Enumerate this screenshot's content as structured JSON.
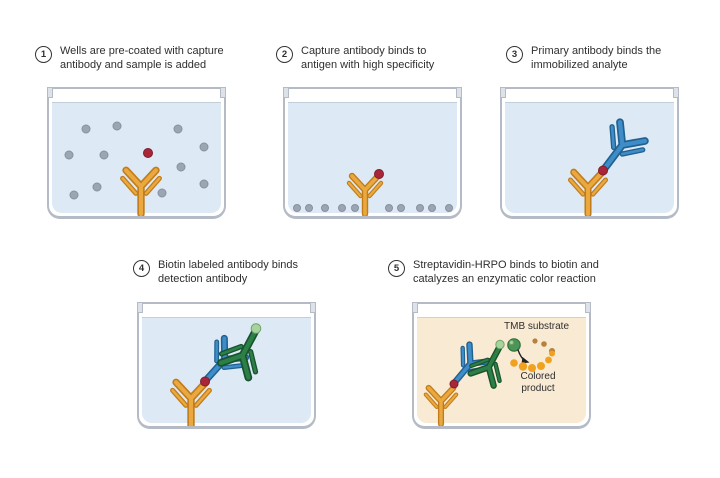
{
  "diagram": {
    "steps": [
      {
        "number": "1",
        "caption": "Wells are pre-coated with capture antibody and sample is added"
      },
      {
        "number": "2",
        "caption": "Capture antibody binds to antigen with high specificity"
      },
      {
        "number": "3",
        "caption": "Primary antibody binds the immobilized analyte"
      },
      {
        "number": "4",
        "caption": "Biotin labeled antibody binds detection antibody"
      },
      {
        "number": "5",
        "caption": "Streptavidin-HRPO binds to biotin and catalyzes an enzymatic color reaction"
      }
    ],
    "panel5_labels": {
      "tmb_substrate": "TMB substrate",
      "colored_product": "Colored product"
    },
    "colors": {
      "capture_antibody_orange": "#EBA83F",
      "antibody_outline_orange": "#C07C1B",
      "primary_antibody_blue": "#3E8CC8",
      "antibody_outline_blue": "#20618F",
      "detection_antibody_green": "#2C7F45",
      "antibody_outline_green": "#185230",
      "antigen_red": "#A8263A",
      "sample_dot_gray": "#9CA6B2",
      "biotin_light_green": "#A8D39E",
      "hrpo_green": "#4C9556",
      "tmb_dot_brown": "#B5813D",
      "product_dot_orange": "#F0A21F",
      "liquid_blue": "#DDE9F4",
      "liquid_beige": "#F9EAD3",
      "well_border_gray": "#B4BBC7",
      "text_dark": "#2F2F2F"
    }
  }
}
